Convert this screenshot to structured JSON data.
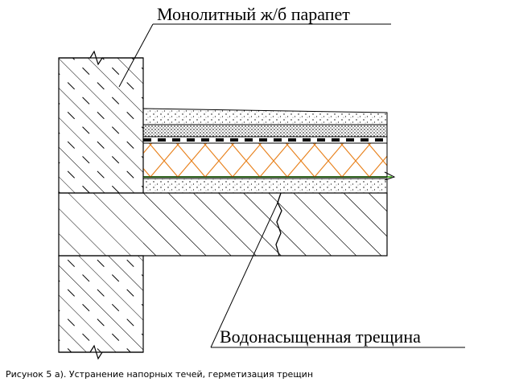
{
  "labels": {
    "parapet": "Монолитный ж/б парапет",
    "crack": "Водонасыщенная трещина"
  },
  "caption": "Рисунок 5 а). Устранение напорных течей, герметизация трещин",
  "colors": {
    "line": "#000000",
    "insulation": "#e8821e",
    "waterproofing_green": "#5cc23a"
  }
}
